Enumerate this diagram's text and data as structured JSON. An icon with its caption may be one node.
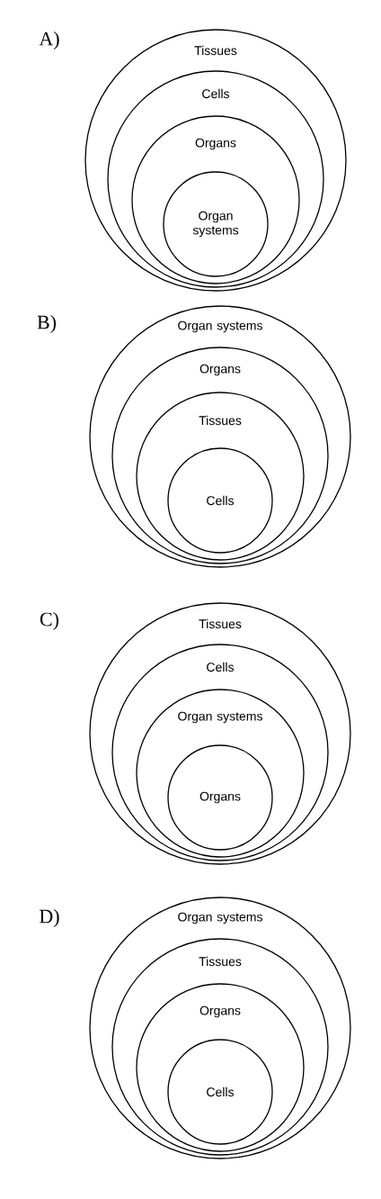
{
  "diagram": {
    "nodes": [
      {
        "text": [
          "Tissues"
        ]
      },
      {
        "text": [
          "Cells"
        ],
        "in": 0
      },
      {
        "text": [
          "Organs"
        ],
        "in": 1
      },
      {
        "text": [
          "Organ systems"
        ],
        "in": 2
      },
      {
        "text": [
          "Organ systems"
        ]
      },
      {
        "text": [
          "Organs"
        ],
        "in": 4
      },
      {
        "text": [
          "Tissues"
        ],
        "in": 5
      },
      {
        "text": [
          "Cells"
        ],
        "in": 6
      },
      {
        "text": [
          "Tissues"
        ]
      },
      {
        "text": [
          "Cells"
        ],
        "in": 8
      },
      {
        "text": [
          "Organ systems"
        ],
        "in": 9
      },
      {
        "text": [
          "Organs"
        ],
        "in": 10
      },
      {
        "text": [
          "Organ systems"
        ]
      },
      {
        "text": [
          "Tissues"
        ],
        "in": 12
      },
      {
        "text": [
          "Organs"
        ],
        "in": 13
      },
      {
        "text": [
          "Cells"
        ],
        "in": 14
      }
    ],
    "labels": [
      "A)",
      "B)",
      "C)",
      "D)"
    ]
  }
}
